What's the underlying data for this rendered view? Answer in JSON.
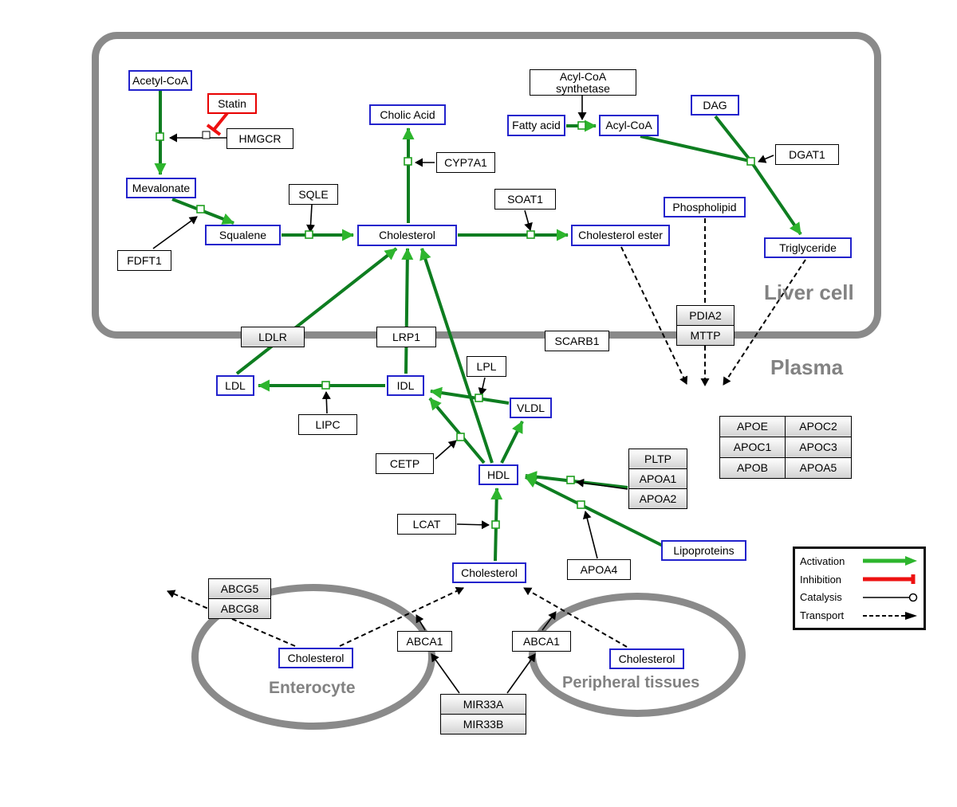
{
  "regions": {
    "liver": "Liver cell",
    "plasma": "Plasma",
    "enterocyte": "Enterocyte",
    "peripheral": "Peripheral tissues"
  },
  "nodes": {
    "acetyl_coa": "Acetyl-CoA",
    "statin": "Statin",
    "hmgcr": "HMGCR",
    "mevalonate": "Mevalonate",
    "fdft1": "FDFT1",
    "squalene": "Squalene",
    "sqle": "SQLE",
    "cholesterol": "Cholesterol",
    "cholic_acid": "Cholic Acid",
    "cyp7a1": "CYP7A1",
    "soat1": "SOAT1",
    "cholesterol_ester": "Cholesterol ester",
    "fatty_acid": "Fatty acid",
    "acyl_coa_synthetase": "Acyl-CoA synthetase",
    "acyl_coa": "Acyl-CoA",
    "dag": "DAG",
    "dgat1": "DGAT1",
    "phospholipid": "Phospholipid",
    "triglyceride": "Triglyceride",
    "pdia2": "PDIA2",
    "mttp": "MTTP",
    "ldlr": "LDLR",
    "lrp1": "LRP1",
    "scarb1": "SCARB1",
    "ldl": "LDL",
    "idl": "IDL",
    "vldl": "VLDL",
    "hdl": "HDL",
    "lipc": "LIPC",
    "lpl": "LPL",
    "cetp": "CETP",
    "lcat": "LCAT",
    "pltp": "PLTP",
    "apoa1": "APOA1",
    "apoa2": "APOA2",
    "apoa4": "APOA4",
    "apoe": "APOE",
    "apoc1": "APOC1",
    "apoc2": "APOC2",
    "apoc3": "APOC3",
    "apob": "APOB",
    "apoa5": "APOA5",
    "lipoproteins": "Lipoproteins",
    "abcg5": "ABCG5",
    "abcg8": "ABCG8",
    "abca1": "ABCA1",
    "mir33a": "MIR33A",
    "mir33b": "MIR33B"
  },
  "legend": {
    "activation": "Activation",
    "inhibition": "Inhibition",
    "catalysis": "Catalysis",
    "transport": "Transport"
  },
  "colors": {
    "activation_green": "#2db52d",
    "edge_green": "#0e7d20",
    "inhibition_red": "#ee1111",
    "membrane_gray": "#8a8a8a",
    "metabolite_border_blue": "#2222cc"
  }
}
